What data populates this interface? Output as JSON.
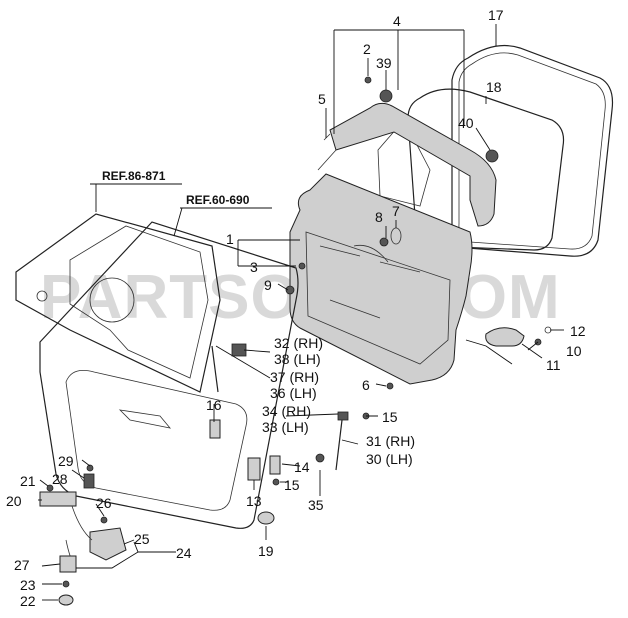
{
  "watermark": "PARTSOUQ.COM",
  "refs": [
    "REF.86-871",
    "REF.60-690"
  ],
  "callouts": [
    {
      "id": "c1",
      "text": "1"
    },
    {
      "id": "c2",
      "text": "2"
    },
    {
      "id": "c3",
      "text": "3"
    },
    {
      "id": "c4",
      "text": "4"
    },
    {
      "id": "c5",
      "text": "5"
    },
    {
      "id": "c6",
      "text": "6"
    },
    {
      "id": "c7",
      "text": "7"
    },
    {
      "id": "c8",
      "text": "8"
    },
    {
      "id": "c9",
      "text": "9"
    },
    {
      "id": "c10",
      "text": "10"
    },
    {
      "id": "c11",
      "text": "11"
    },
    {
      "id": "c12",
      "text": "12"
    },
    {
      "id": "c13",
      "text": "13"
    },
    {
      "id": "c14",
      "text": "14"
    },
    {
      "id": "c15a",
      "text": "15"
    },
    {
      "id": "c15b",
      "text": "15"
    },
    {
      "id": "c16",
      "text": "16"
    },
    {
      "id": "c17",
      "text": "17"
    },
    {
      "id": "c18",
      "text": "18"
    },
    {
      "id": "c19",
      "text": "19"
    },
    {
      "id": "c20",
      "text": "20"
    },
    {
      "id": "c21",
      "text": "21"
    },
    {
      "id": "c22",
      "text": "22"
    },
    {
      "id": "c23",
      "text": "23"
    },
    {
      "id": "c24",
      "text": "24"
    },
    {
      "id": "c25",
      "text": "25"
    },
    {
      "id": "c26",
      "text": "26"
    },
    {
      "id": "c27",
      "text": "27"
    },
    {
      "id": "c28",
      "text": "28"
    },
    {
      "id": "c29",
      "text": "29"
    },
    {
      "id": "c30",
      "text": "30 (LH)"
    },
    {
      "id": "c31",
      "text": "31 (RH)"
    },
    {
      "id": "c32",
      "text": "32 (RH)"
    },
    {
      "id": "c33",
      "text": "33 (LH)"
    },
    {
      "id": "c34",
      "text": "34 (RH)"
    },
    {
      "id": "c35",
      "text": "35"
    },
    {
      "id": "c36",
      "text": "36 (LH)"
    },
    {
      "id": "c37",
      "text": "37 (RH)"
    },
    {
      "id": "c38",
      "text": "38 (LH)"
    },
    {
      "id": "c39",
      "text": "39"
    },
    {
      "id": "c40",
      "text": "40"
    }
  ]
}
